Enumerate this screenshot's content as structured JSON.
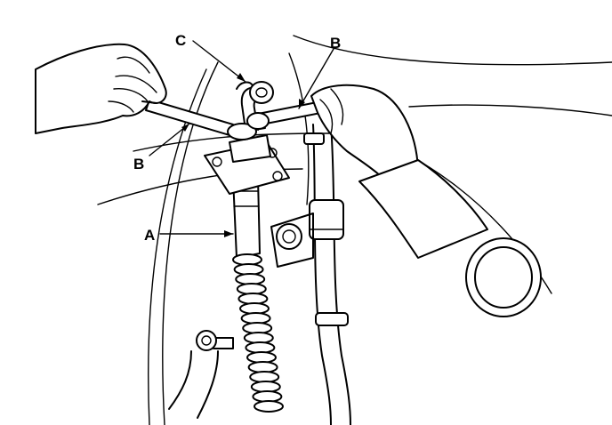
{
  "callouts": {
    "a": "A",
    "b_left": "B",
    "b_right": "B",
    "c": "C"
  },
  "colors": {
    "ink": "#000000",
    "paper": "#ffffff"
  }
}
